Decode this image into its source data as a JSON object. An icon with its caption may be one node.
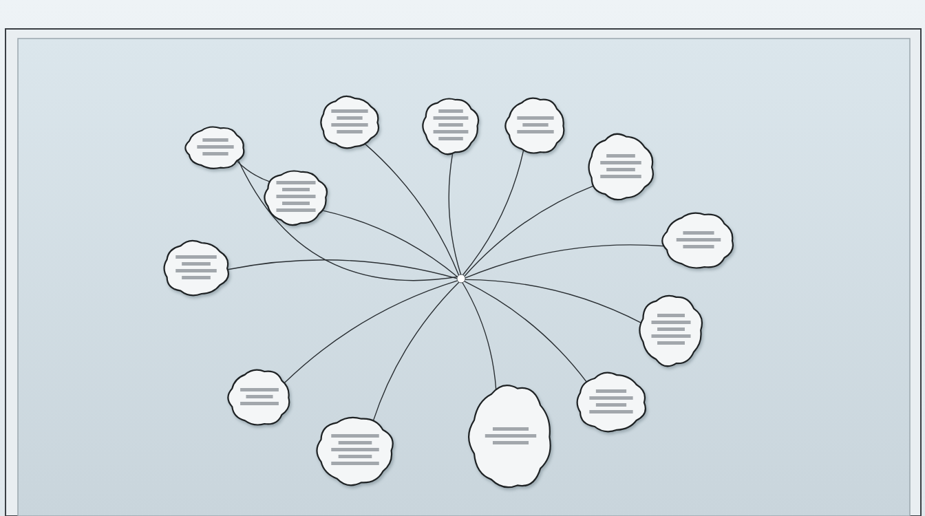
{
  "diagram": {
    "nodes": [
      {
        "text": [],
        "shape": "cloud"
      },
      {
        "text": [],
        "shape": "cloud"
      },
      {
        "text": [],
        "shape": "cloud"
      },
      {
        "text": [],
        "shape": "cloud"
      },
      {
        "text": [],
        "shape": "cloud"
      },
      {
        "text": [],
        "shape": "cloud"
      },
      {
        "text": [],
        "shape": "cloud"
      },
      {
        "text": [],
        "shape": "cloud"
      },
      {
        "text": [],
        "shape": "cloud"
      },
      {
        "text": [],
        "shape": "cloud"
      },
      {
        "text": [],
        "shape": "cloud"
      },
      {
        "text": [],
        "shape": "cloud"
      },
      {
        "text": [],
        "shape": "cloud"
      },
      {
        "text": [],
        "shape": "circle"
      }
    ],
    "edges": [
      {
        "from": 13,
        "to": 0,
        "arrow": "none"
      },
      {
        "from": 13,
        "to": 1,
        "arrow": "none"
      },
      {
        "from": 13,
        "to": 2,
        "arrow": "none"
      },
      {
        "from": 13,
        "to": 3,
        "arrow": "none"
      },
      {
        "from": 13,
        "to": 4,
        "arrow": "none"
      },
      {
        "from": 13,
        "to": 5,
        "arrow": "none"
      },
      {
        "from": 13,
        "to": 6,
        "arrow": "none"
      },
      {
        "from": 13,
        "to": 7,
        "arrow": "none"
      },
      {
        "from": 13,
        "to": 8,
        "arrow": "none"
      },
      {
        "from": 13,
        "to": 9,
        "arrow": "none"
      },
      {
        "from": 13,
        "to": 10,
        "arrow": "none"
      },
      {
        "from": 13,
        "to": 11,
        "arrow": "none"
      },
      {
        "from": 13,
        "to": 12,
        "arrow": "none"
      },
      {
        "from": 0,
        "to": 5,
        "arrow": "none"
      }
    ]
  }
}
